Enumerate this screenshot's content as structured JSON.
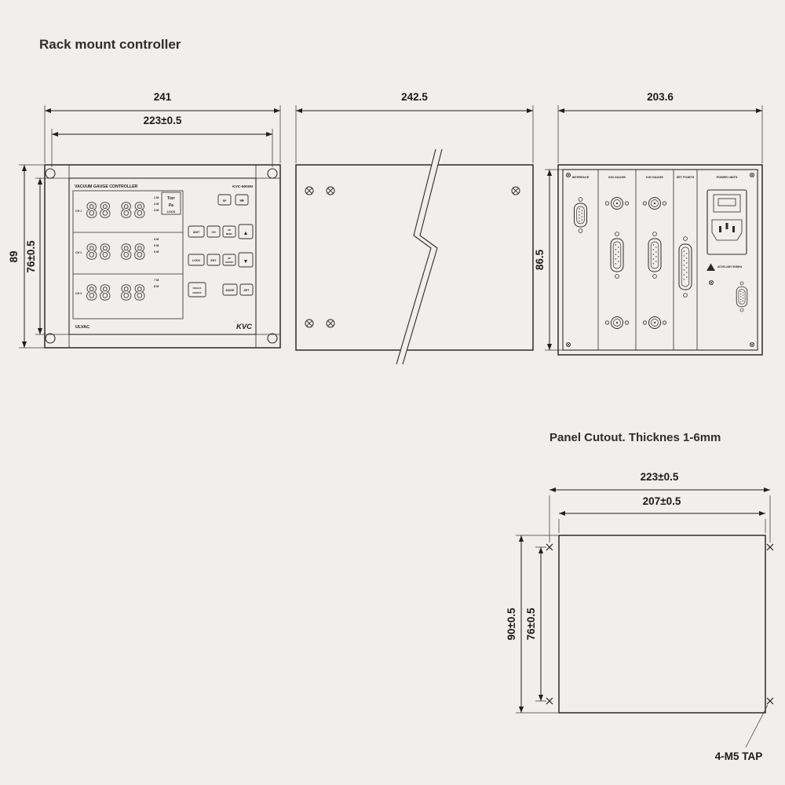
{
  "page": {
    "title": "Rack mount controller",
    "colors": {
      "background": "#f0efed",
      "line": "#2b2b2b",
      "text": "#1a1a1a"
    }
  },
  "front_view": {
    "dim_width_outer": "241",
    "dim_width_holes": "223±0.5",
    "dim_height_outer": "89",
    "dim_height_panel": "76±0.5",
    "panel": {
      "title": "VACUUM GAUGE CONTROLLER",
      "model": "KVC-5000N",
      "brand": "ULVAC",
      "logo": "KVC",
      "units": [
        "Torr",
        "Pa",
        "LOCK"
      ],
      "display_rows": [
        {
          "ch": "CH 1",
          "g1": "88",
          "g2": "88",
          "pts": [
            "1 M",
            "2 M",
            "3 M"
          ]
        },
        {
          "ch": "CH 2",
          "g1": "88",
          "g2": "88",
          "pts": [
            "4 M",
            "5 M",
            "6 M"
          ]
        },
        {
          "ch": "CH 3",
          "g1": "88",
          "g2": "88",
          "pts": [
            "7 M",
            "8 M"
          ]
        }
      ],
      "keys": {
        "sp": "SP",
        "arrow": "⇒",
        "unit": "UNIT",
        "ch": "CH",
        "sp_menu_1": "SP",
        "sp_menu_2": "MENU",
        "up": "▲",
        "lock": "LOCK",
        "ent": "ENT",
        "sp_onoff_1": "SP",
        "sp_onoff_2": "ON/OFF",
        "down": "▼",
        "degas_1": "DEGAS",
        "degas_2": "ON/OFF",
        "mode": "MODE",
        "set": "SET"
      }
    }
  },
  "side_view": {
    "dim_width": "242.5"
  },
  "rear_view": {
    "dim_width": "203.6",
    "dim_height": "86.5",
    "modules": [
      "INTERFACE",
      "ION GAUGE",
      "ION GAUGE",
      "SET POINTS",
      "POWER UNITS"
    ],
    "power_rating": "AC100-240V 50/60Hz"
  },
  "panel_cutout": {
    "title": "Panel Cutout. Thicknes 1-6mm",
    "dim_width_holes": "223±0.5",
    "dim_width_cutout": "207±0.5",
    "dim_height_cutout": "90±0.5",
    "dim_height_holes": "76±0.5",
    "tap_label": "4-M5 TAP"
  }
}
